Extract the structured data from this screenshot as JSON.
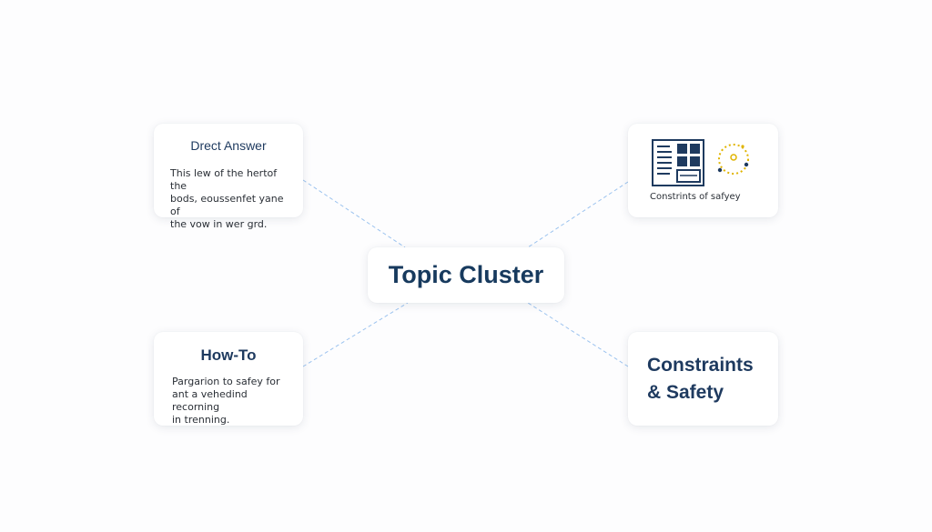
{
  "center": {
    "title": "Topic Cluster"
  },
  "cards": {
    "direct_answer": {
      "title": "Drect Answer",
      "body": [
        "This lew of the hertof the",
        "bods, eoussenfet yane of",
        "the vow in wer grd."
      ]
    },
    "how_to": {
      "title": "How-To",
      "body": [
        "Pargarion to safey for",
        "ant a vehedind recorning",
        "in trenning."
      ]
    },
    "constraints_icon": {
      "caption": "Constrints of safyey",
      "icons": [
        "document-grid-icon",
        "orbit-icon"
      ]
    },
    "constraints_safety": {
      "title_line1": "Constraints",
      "title_line2": "& Safety"
    }
  },
  "colors": {
    "title": "#1e3a5f",
    "connector": "#9cc3ef",
    "icon_navy": "#1e3a5f",
    "icon_gold": "#e0b400"
  }
}
